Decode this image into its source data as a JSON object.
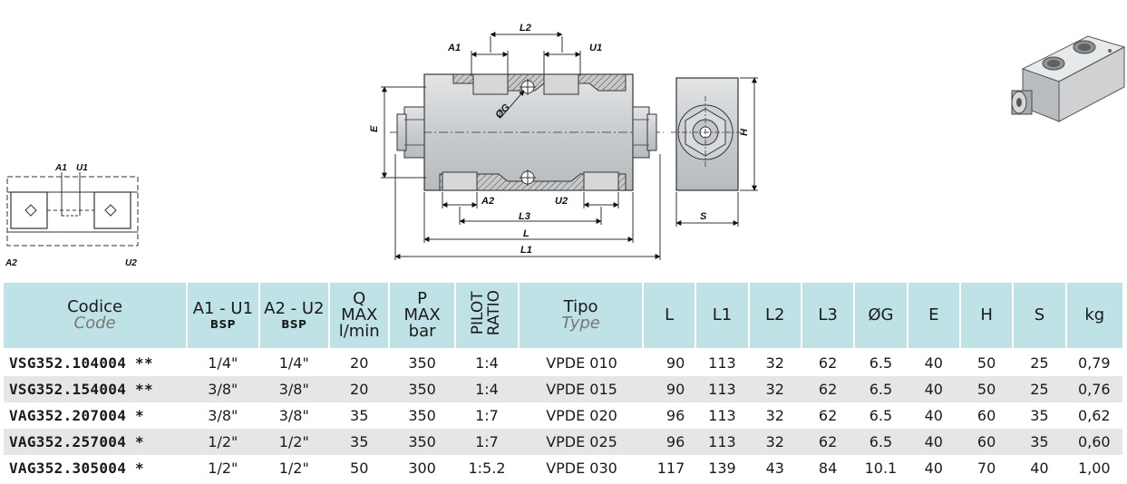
{
  "drawing": {
    "schematic": {
      "a1": "A1",
      "u1": "U1",
      "a2": "A2",
      "u2": "U2"
    },
    "dims": {
      "l2": "L2",
      "a1": "A1",
      "u1": "U1",
      "og": "ØG",
      "e": "E",
      "a2": "A2",
      "u2": "U2",
      "l3": "L3",
      "l": "L",
      "l1": "L1",
      "h": "H",
      "s": "S"
    }
  },
  "table": {
    "headers": {
      "codice": "Codice",
      "code": "Code",
      "a1u1": "A1 - U1",
      "a1u1_sub": "BSP",
      "a2u2": "A2 - U2",
      "a2u2_sub": "BSP",
      "q_1": "Q",
      "q_2": "MAX",
      "q_3": "l/min",
      "p_1": "P",
      "p_2": "MAX",
      "p_3": "bar",
      "pilot_1": "PILOT",
      "pilot_2": "RATIO",
      "tipo": "Tipo",
      "type": "Type",
      "l": "L",
      "l1": "L1",
      "l2": "L2",
      "l3": "L3",
      "g": "ØG",
      "e": "E",
      "h": "H",
      "s": "S",
      "kg": "kg"
    },
    "rows": [
      {
        "code": "VSG352.104004 **",
        "a1u1": "1/4\"",
        "a2u2": "1/4\"",
        "q": "20",
        "p": "350",
        "ratio": "1:4",
        "tipo": "VPDE 010",
        "l": "90",
        "l1": "113",
        "l2": "32",
        "l3": "62",
        "g": "6.5",
        "e": "40",
        "h": "50",
        "s": "25",
        "kg": "0,79"
      },
      {
        "code": "VSG352.154004 **",
        "a1u1": "3/8\"",
        "a2u2": "3/8\"",
        "q": "20",
        "p": "350",
        "ratio": "1:4",
        "tipo": "VPDE 015",
        "l": "90",
        "l1": "113",
        "l2": "32",
        "l3": "62",
        "g": "6.5",
        "e": "40",
        "h": "50",
        "s": "25",
        "kg": "0,76"
      },
      {
        "code": "VAG352.207004 *",
        "a1u1": "3/8\"",
        "a2u2": "3/8\"",
        "q": "35",
        "p": "350",
        "ratio": "1:7",
        "tipo": "VPDE 020",
        "l": "96",
        "l1": "113",
        "l2": "32",
        "l3": "62",
        "g": "6.5",
        "e": "40",
        "h": "60",
        "s": "35",
        "kg": "0,62"
      },
      {
        "code": "VAG352.257004 *",
        "a1u1": "1/2\"",
        "a2u2": "1/2\"",
        "q": "35",
        "p": "350",
        "ratio": "1:7",
        "tipo": "VPDE 025",
        "l": "96",
        "l1": "113",
        "l2": "32",
        "l3": "62",
        "g": "6.5",
        "e": "40",
        "h": "60",
        "s": "35",
        "kg": "0,60"
      },
      {
        "code": "VAG352.305004 *",
        "a1u1": "1/2\"",
        "a2u2": "1/2\"",
        "q": "50",
        "p": "300",
        "ratio": "1:5.2",
        "tipo": "VPDE 030",
        "l": "117",
        "l1": "139",
        "l2": "43",
        "l3": "84",
        "g": "10.1",
        "e": "40",
        "h": "70",
        "s": "40",
        "kg": "1,00"
      }
    ]
  }
}
